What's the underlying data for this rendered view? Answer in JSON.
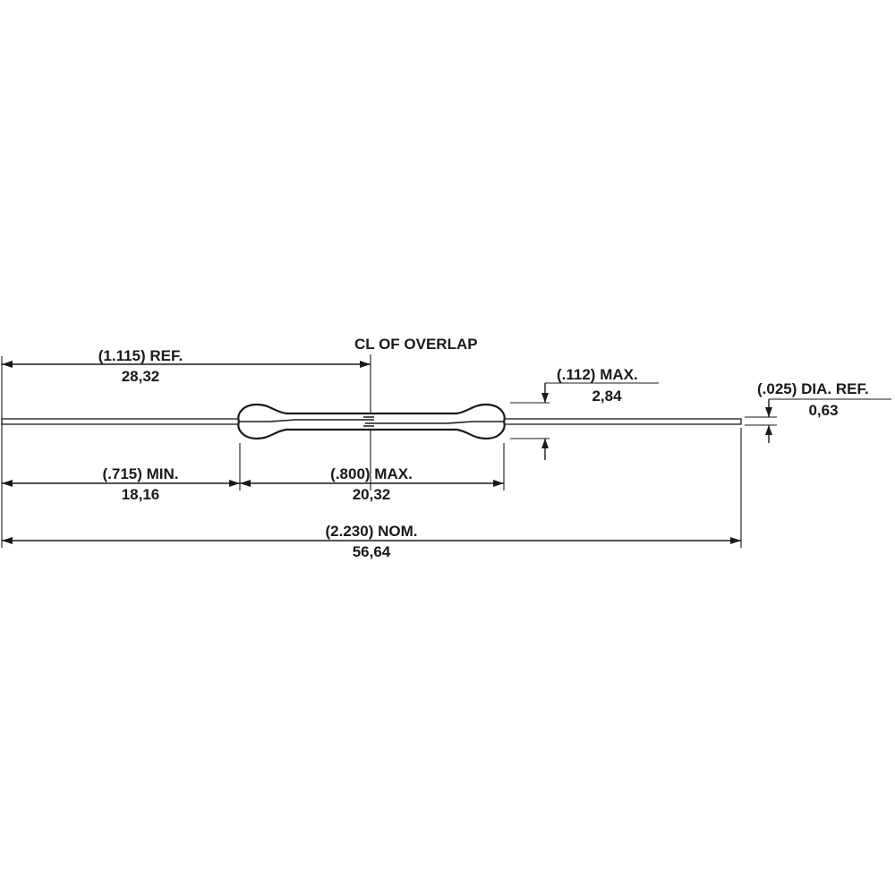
{
  "drawing": {
    "centerline_label": "CL OF OVERLAP",
    "dimensions": {
      "overlap_ref": {
        "inch": "(1.115) REF.",
        "mm": "28,32"
      },
      "lead_min": {
        "inch": "(.715) MIN.",
        "mm": "18,16"
      },
      "body_max": {
        "inch": "(.800) MAX.",
        "mm": "20,32"
      },
      "overall_nom": {
        "inch": "(2.230) NOM.",
        "mm": "56,64"
      },
      "diameter_max": {
        "inch": "(.112) MAX.",
        "mm": "2,84"
      },
      "lead_dia_ref": {
        "inch": "(.025) DIA. REF.",
        "mm": "0,63"
      }
    }
  }
}
